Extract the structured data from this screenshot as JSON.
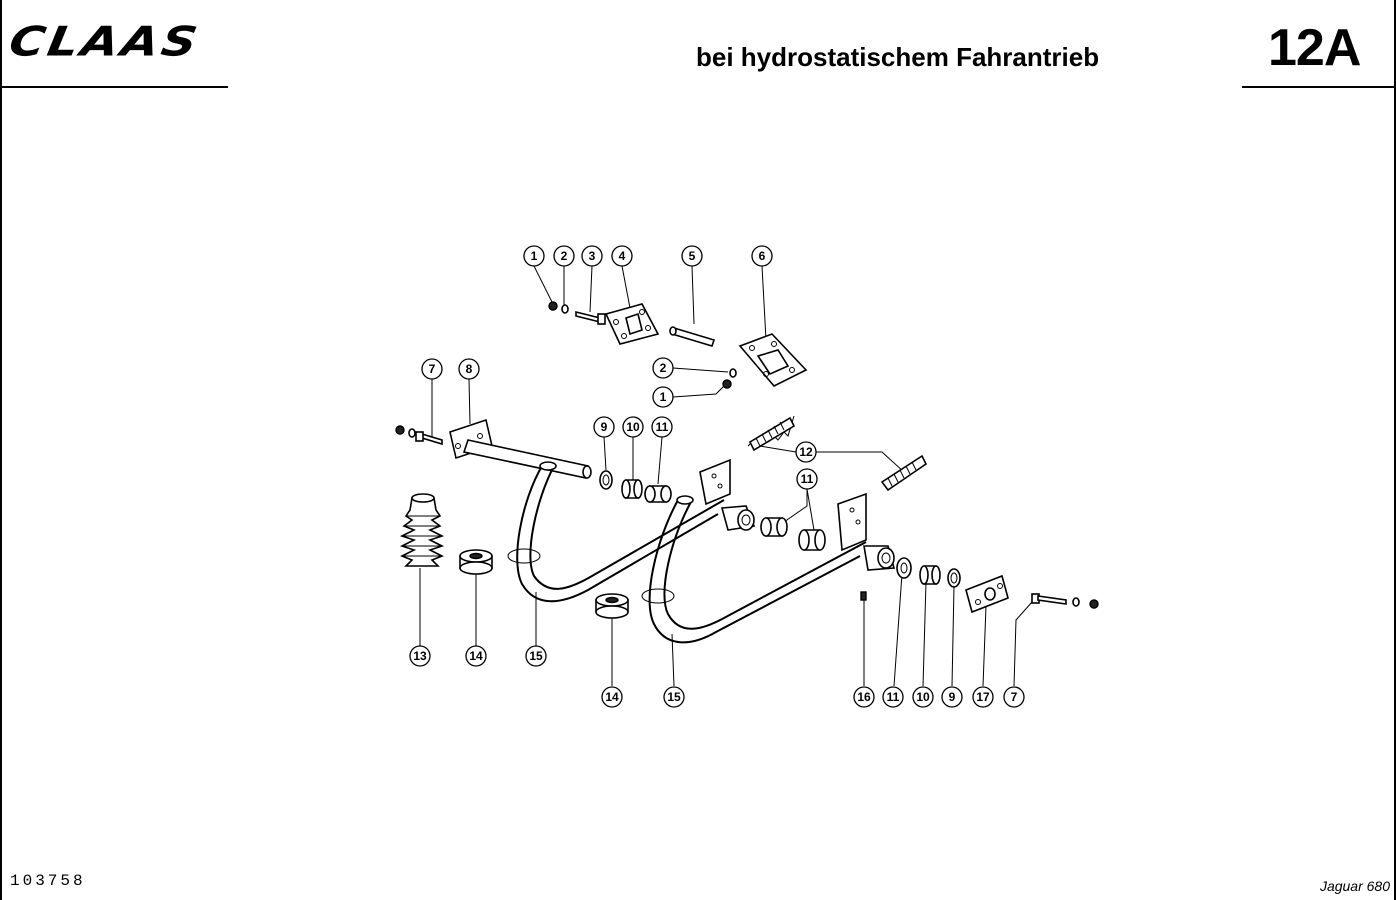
{
  "header": {
    "brand": "CLAAS",
    "title": "bei hydrostatischem Fahrantrieb",
    "page_code": "12A"
  },
  "footer": {
    "document_number": "103758",
    "model": "Jaguar 680"
  },
  "callouts": {
    "c1a": "1",
    "c2a": "2",
    "c3": "3",
    "c4": "4",
    "c5": "5",
    "c6": "6",
    "c2b": "2",
    "c1b": "1",
    "c7a": "7",
    "c8": "8",
    "c9a": "9",
    "c10a": "10",
    "c11a": "11",
    "c12": "12",
    "c11b": "11",
    "c13": "13",
    "c14a": "14",
    "c15a": "15",
    "c14b": "14",
    "c15b": "15",
    "c16": "16",
    "c11c": "11",
    "c10b": "10",
    "c9b": "9",
    "c17": "17",
    "c7b": "7"
  }
}
